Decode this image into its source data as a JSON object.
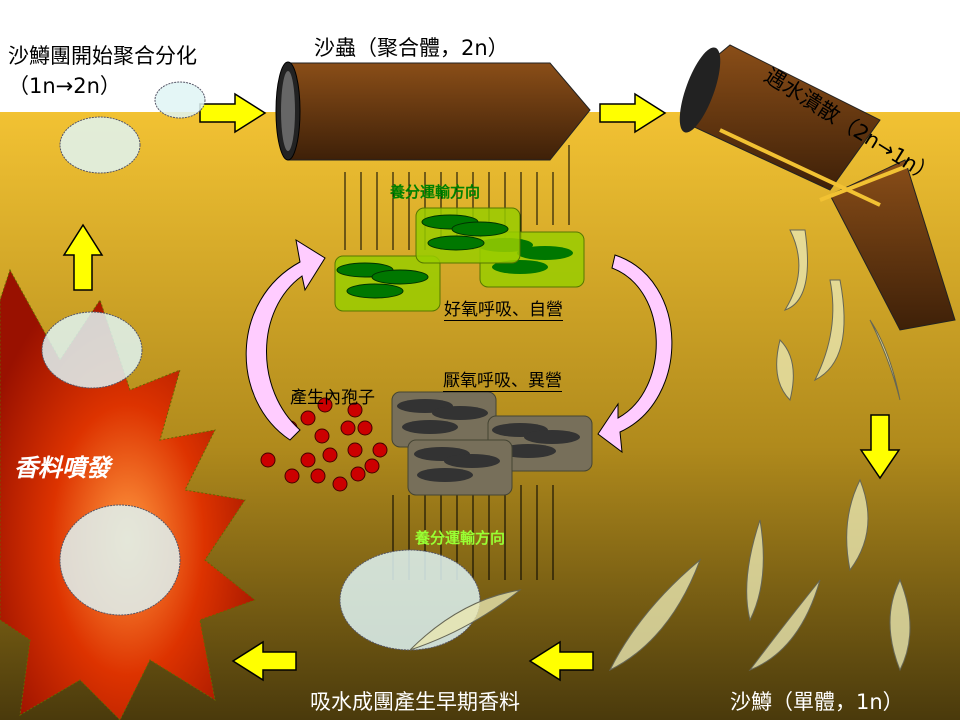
{
  "labels": {
    "aggregate": "沙鱒團開始聚合分化",
    "aggregate_ratio": "（1n→2n）",
    "sandworm": "沙蟲（聚合體，2n）",
    "disperse": "遇水潰散（2n→1n）",
    "nutrient_top": "養分運輸方向",
    "aerobic": "好氧呼吸、自營",
    "anaerobic": "厭氧呼吸、異營",
    "endospore": "產生內孢子",
    "nutrient_bottom": "養分運輸方向",
    "spice_blow": "香料噴發",
    "early_spice": "吸水成團產生早期香料",
    "sandtrout": "沙鱒（單體，1n）"
  },
  "colors": {
    "sky": "#ffffff",
    "sand_top": "#f2c233",
    "sand_bottom": "#4a3a0c",
    "worm": "#6b3a10",
    "arrow": "#ffff00",
    "cycle_arrow": "#ffccff",
    "green_cell": "#99cc00",
    "dark_cell": "#777766",
    "spore": "#cc0000",
    "blast": "#cc2200"
  }
}
